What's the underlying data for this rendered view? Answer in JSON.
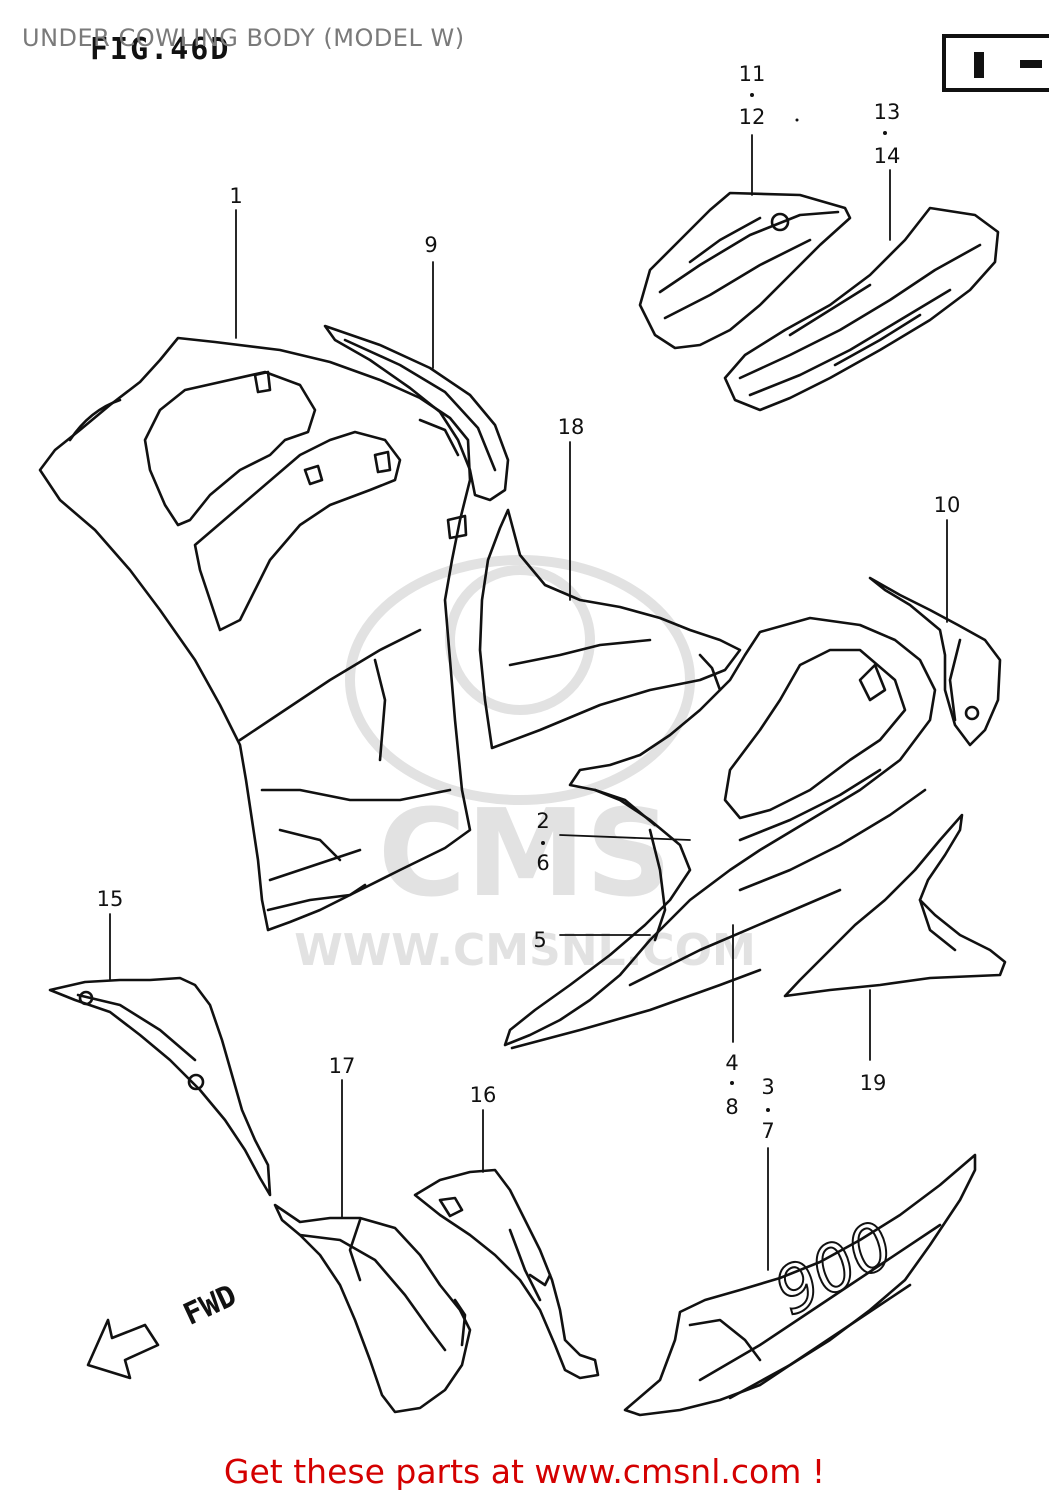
{
  "header": {
    "title": "UNDER COWLING BODY (MODEL W)",
    "figure": "FIG.46D",
    "model_marker": "I"
  },
  "watermark": {
    "brand": "CMS",
    "url": "WWW.CMSNL.COM"
  },
  "callouts": {
    "c1": "1",
    "c9": "9",
    "c11": "11",
    "c12": "12",
    "c13": "13",
    "c14": "14",
    "c18": "18",
    "c10": "10",
    "c2": "2",
    "c6": "6",
    "c5": "5",
    "c15": "15",
    "c17": "17",
    "c16": "16",
    "c4": "4",
    "c8": "8",
    "c3": "3",
    "c7": "7",
    "c19": "19"
  },
  "stripe_text": "900",
  "fwd_label": "FWD",
  "footer": {
    "text": "Get these parts at www.cmsnl.com !"
  },
  "colors": {
    "line": "#111111",
    "footer": "#d40000",
    "watermark": "#e2e2e2",
    "title": "#7a7a7a"
  }
}
